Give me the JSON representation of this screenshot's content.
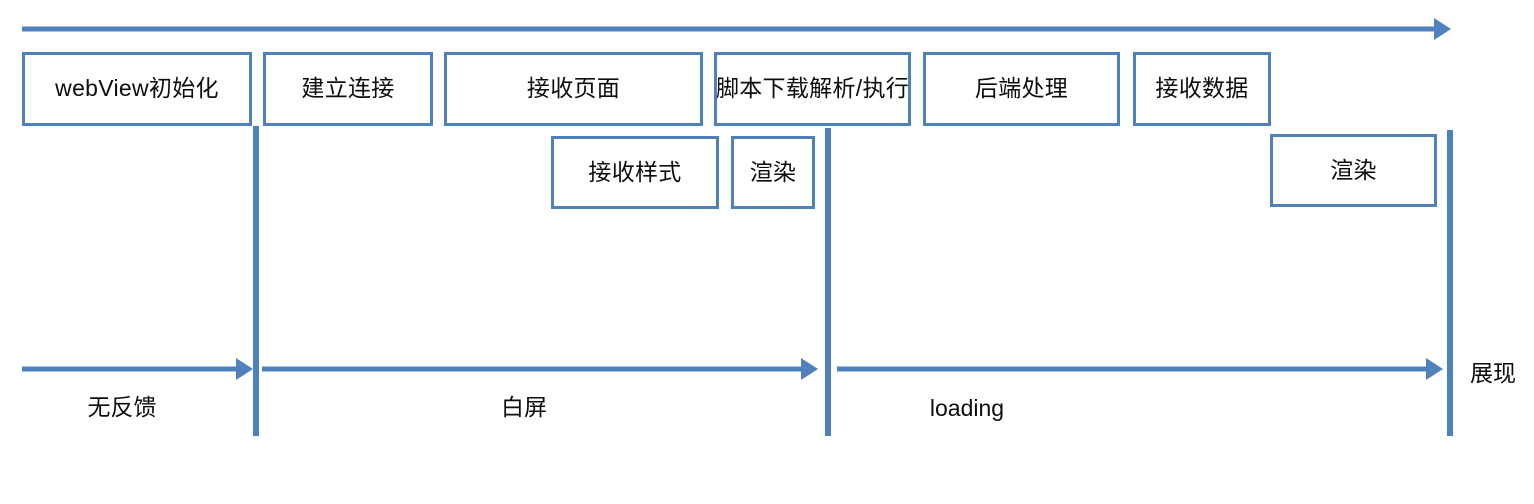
{
  "diagram": {
    "title_present": false,
    "accent_color": "#4f81bd",
    "text_color": "#0d0d0d",
    "background": "#ffffff",
    "top_axis": {
      "name": "time-axis",
      "direction": "left-to-right",
      "has_arrowhead": true
    },
    "phase_boxes_row1": [
      {
        "label": "webView初始化"
      },
      {
        "label": "建立连接"
      },
      {
        "label": "接收页面"
      },
      {
        "label": "脚本下载解析/执行"
      },
      {
        "label": "后端处理"
      },
      {
        "label": "接收数据"
      }
    ],
    "phase_boxes_row2": [
      {
        "label": "接收样式"
      },
      {
        "label": "渲染"
      },
      {
        "label": "渲染"
      }
    ],
    "stage_segments": [
      {
        "label": "无反馈",
        "has_arrowhead": true
      },
      {
        "label": "白屏",
        "has_arrowhead": true
      },
      {
        "label": "loading",
        "has_arrowhead": true
      }
    ],
    "end_label": "展现",
    "dividers": [
      {
        "name": "divider-after-no-feedback"
      },
      {
        "name": "divider-after-white-screen"
      },
      {
        "name": "divider-end-display"
      }
    ]
  }
}
